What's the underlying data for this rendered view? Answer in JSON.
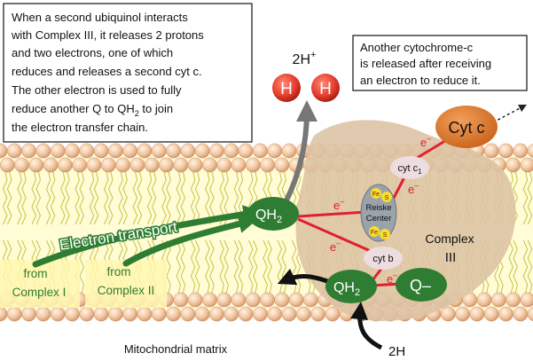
{
  "callout_left": {
    "lines": [
      "When a second ubiquinol interacts",
      "with Complex III, it releases 2 protons",
      "and two electrons, one of which",
      "reduces and releases a second cyt c.",
      "The other electron is used to fully",
      "reduce another Q to QH2 to join",
      "the electron transfer chain."
    ]
  },
  "callout_right": {
    "lines": [
      "Another cytochrome-c",
      "is released after receiving",
      "an electron to reduce it."
    ]
  },
  "protons": {
    "label": "2H",
    "charge": "+",
    "proton_glyph": "H"
  },
  "cyt_c": {
    "label": "Cyt c"
  },
  "cyt_c1": {
    "label": "cyt c",
    "sub": "1"
  },
  "cyt_b": {
    "label": "cyt b"
  },
  "reiske": {
    "line1": "Reiske",
    "line2": "Center",
    "fe": "Fe",
    "s": "S"
  },
  "complex": {
    "line1": "Complex",
    "line2": "III"
  },
  "qh2_top": {
    "label": "QH",
    "sub": "2"
  },
  "qh2_bottom": {
    "label": "QH",
    "sub": "2"
  },
  "q_minus": {
    "label": "Q",
    "charge": "–"
  },
  "electron": {
    "symbol": "e",
    "charge": "–"
  },
  "electron_transport": {
    "label": "Electron transport"
  },
  "from_complex_1": {
    "line1": "from",
    "line2": "Complex I"
  },
  "from_complex_2": {
    "line1": "from",
    "line2": "Complex II"
  },
  "matrix_label": {
    "label": "Mitochondrial matrix"
  },
  "bottom_protons": {
    "label": "2H"
  },
  "colors": {
    "green": "#2e7d32",
    "green_dark": "#1b4d1e",
    "red_ball": "#e23a2a",
    "orange": "#e07a2a",
    "pink": "#eedde0",
    "lipid_head": "#f2c8a2",
    "lipid_yellow": "#fff7b0",
    "complex_body": "#dcc3a4",
    "electron_red": "#e02030",
    "reiske_gray": "#9aa2ac"
  }
}
